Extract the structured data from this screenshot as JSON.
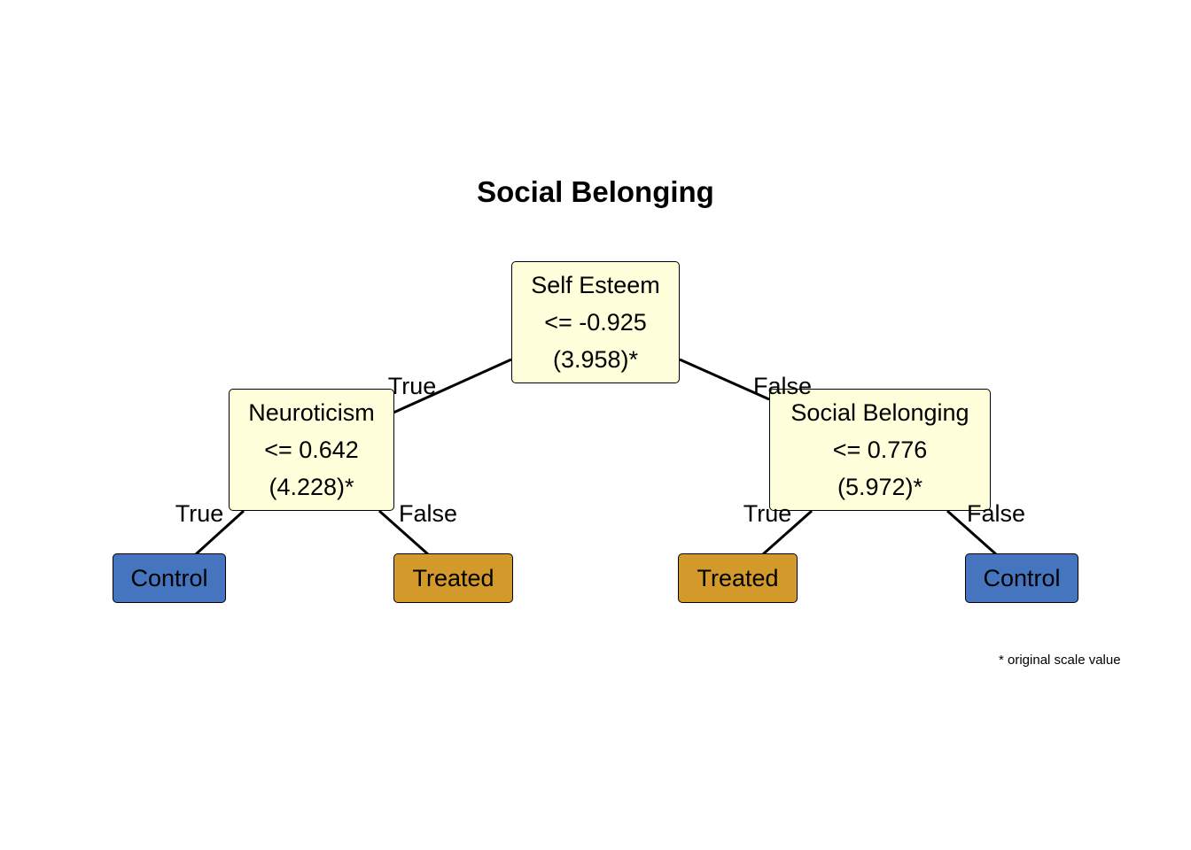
{
  "title": "Social Belonging",
  "nodes": {
    "root": {
      "variable": "Self Esteem",
      "rule": "<= -0.925",
      "original": "(3.958)*"
    },
    "left": {
      "variable": "Neuroticism",
      "rule": "<= 0.642",
      "original": "(4.228)*"
    },
    "right": {
      "variable": "Social Belonging",
      "rule": "<= 0.776",
      "original": "(5.972)*"
    }
  },
  "leaves": {
    "ll": {
      "label": "Control",
      "color": "#4575bf"
    },
    "lr": {
      "label": "Treated",
      "color": "#d39a2b"
    },
    "rl": {
      "label": "Treated",
      "color": "#d39a2b"
    },
    "rr": {
      "label": "Control",
      "color": "#4575bf"
    }
  },
  "edge_labels": {
    "true": "True",
    "false": "False"
  },
  "footnote": "* original scale value"
}
